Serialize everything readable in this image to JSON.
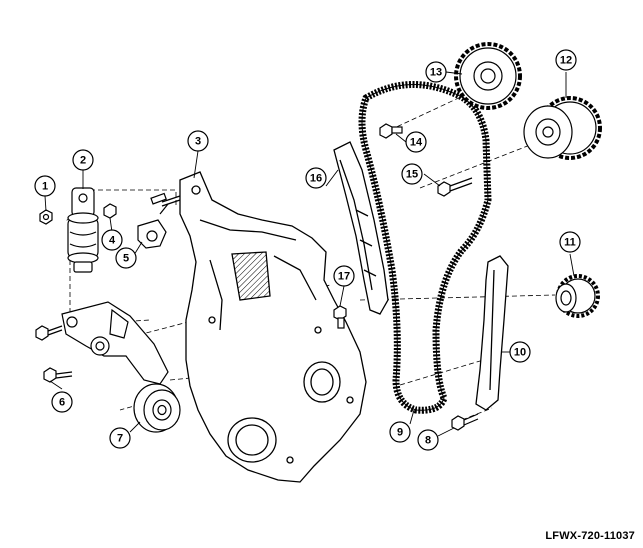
{
  "diagram": {
    "reference_code": "LFWX-720-11037",
    "callouts": [
      {
        "id": "1",
        "label": "1"
      },
      {
        "id": "2",
        "label": "2"
      },
      {
        "id": "3",
        "label": "3"
      },
      {
        "id": "4",
        "label": "4"
      },
      {
        "id": "5",
        "label": "5"
      },
      {
        "id": "6",
        "label": "6"
      },
      {
        "id": "7",
        "label": "7"
      },
      {
        "id": "8",
        "label": "8"
      },
      {
        "id": "9",
        "label": "9"
      },
      {
        "id": "10",
        "label": "10"
      },
      {
        "id": "11",
        "label": "11"
      },
      {
        "id": "12",
        "label": "12"
      },
      {
        "id": "13",
        "label": "13"
      },
      {
        "id": "14",
        "label": "14"
      },
      {
        "id": "15",
        "label": "15"
      },
      {
        "id": "16",
        "label": "16"
      },
      {
        "id": "17",
        "label": "17"
      }
    ],
    "colors": {
      "line": "#000000",
      "fill": "#ffffff",
      "shade": "#d9d9d9"
    }
  }
}
